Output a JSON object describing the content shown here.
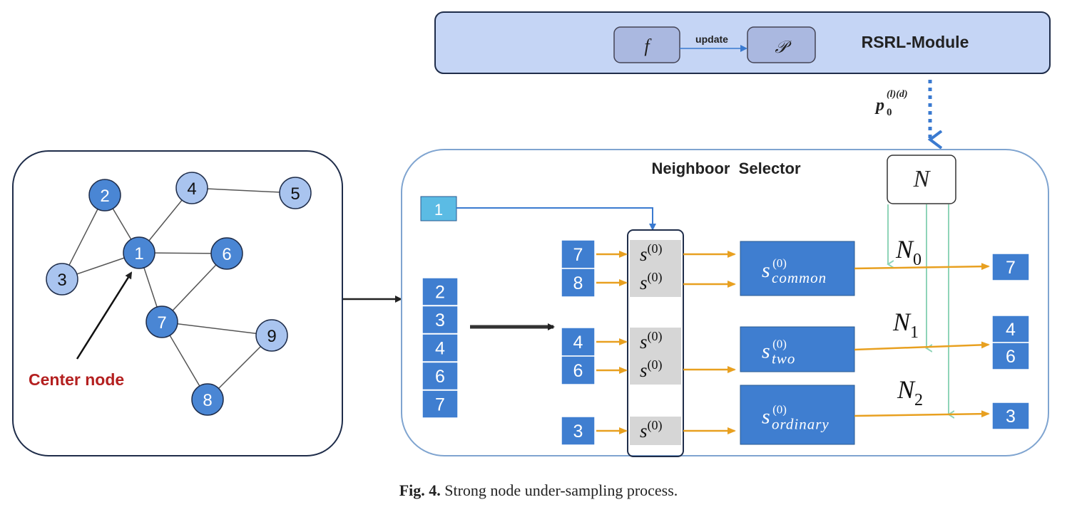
{
  "graph": {
    "nodes": [
      {
        "id": "1",
        "label": "1",
        "style": "dark"
      },
      {
        "id": "2",
        "label": "2",
        "style": "dark"
      },
      {
        "id": "3",
        "label": "3",
        "style": "light"
      },
      {
        "id": "4",
        "label": "4",
        "style": "light"
      },
      {
        "id": "5",
        "label": "5",
        "style": "light"
      },
      {
        "id": "6",
        "label": "6",
        "style": "dark"
      },
      {
        "id": "7",
        "label": "7",
        "style": "dark"
      },
      {
        "id": "8",
        "label": "8",
        "style": "dark"
      },
      {
        "id": "9",
        "label": "9",
        "style": "light"
      }
    ],
    "edges": [
      [
        "2",
        "3"
      ],
      [
        "2",
        "1"
      ],
      [
        "3",
        "1"
      ],
      [
        "1",
        "4"
      ],
      [
        "4",
        "5"
      ],
      [
        "1",
        "6"
      ],
      [
        "1",
        "7"
      ],
      [
        "7",
        "6"
      ],
      [
        "7",
        "9"
      ],
      [
        "7",
        "8"
      ],
      [
        "8",
        "9"
      ]
    ],
    "center_label": "Center node"
  },
  "rsrl": {
    "title": "RSRL-Module",
    "f_label": "f",
    "p_label": "𝒫",
    "update_label": "update",
    "prob_main": "p",
    "prob_sub": "0",
    "prob_sup": "(l)(d)"
  },
  "selector": {
    "title": "Neighboor  Selector",
    "n_label": "N",
    "input_node": "1",
    "candidate_list": [
      "2",
      "3",
      "4",
      "6",
      "7"
    ],
    "group_common": [
      "7",
      "8"
    ],
    "group_two": [
      "4",
      "6"
    ],
    "group_ordinary": [
      "3"
    ],
    "s_main": "s",
    "s_sup": "(0)",
    "sub_common": "common",
    "sub_two": "two",
    "sub_ordinary": "ordinary",
    "n_levels": [
      {
        "main": "N",
        "sub": "0"
      },
      {
        "main": "N",
        "sub": "1"
      },
      {
        "main": "N",
        "sub": "2"
      }
    ],
    "out_common": [
      "7"
    ],
    "out_two": [
      "4",
      "6"
    ],
    "out_ordinary": [
      "3"
    ]
  },
  "caption": {
    "label": "Fig. 4.",
    "text": "Strong node under-sampling process."
  },
  "colors": {
    "node_dark": "#4a86d4",
    "node_light": "#a9c4ef",
    "square_fill": "#3f7ed0",
    "rsrl_fill": "#c5d5f5",
    "orange": "#e8a020",
    "green": "#8fd4b8",
    "red_text": "#b42020",
    "arrow_blue": "#3a7ad0"
  }
}
